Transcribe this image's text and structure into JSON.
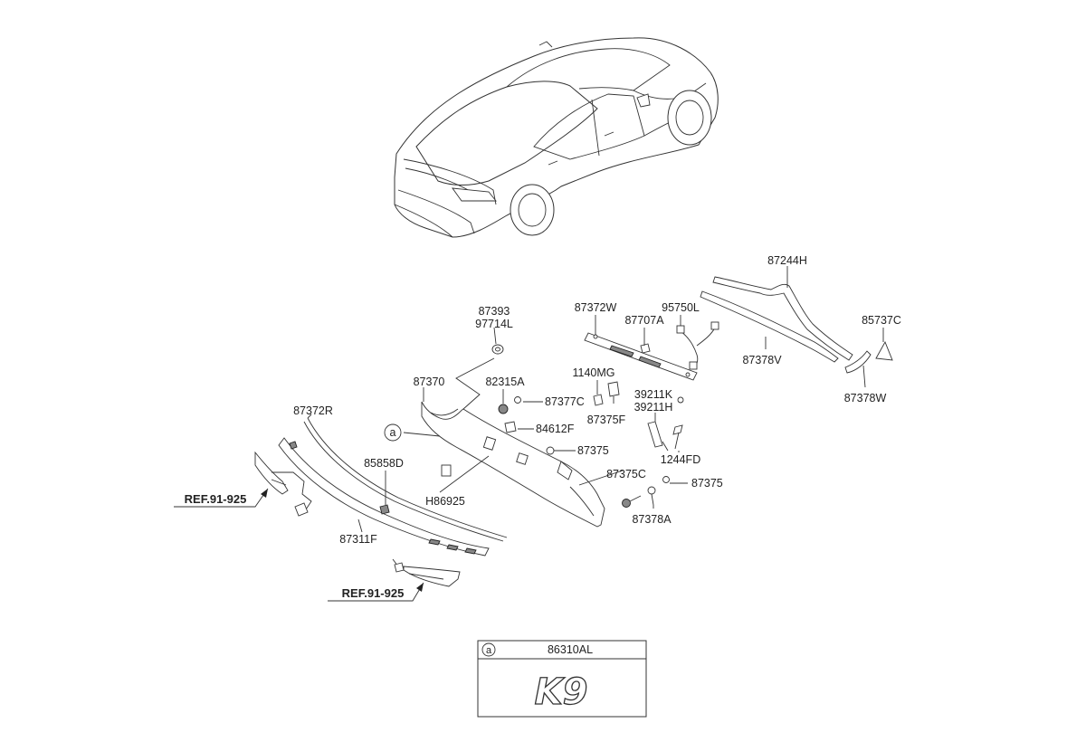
{
  "callouts": {
    "c87244H": "87244H",
    "c85737C": "85737C",
    "c87378V": "87378V",
    "c87378W": "87378W",
    "c87372W": "87372W",
    "c95750L": "95750L",
    "c87707A": "87707A",
    "c87393": "87393",
    "c97714L": "97714L",
    "c87370": "87370",
    "c82315A": "82315A",
    "c1140MG": "1140MG",
    "c87377C": "87377C",
    "c87375F": "87375F",
    "c39211K": "39211K",
    "c39211H": "39211H",
    "c87372R": "87372R",
    "c84612F": "84612F",
    "c87375_a": "87375",
    "c1244FD": "1244FD",
    "c85858D": "85858D",
    "cH86925": "H86925",
    "c87375C": "87375C",
    "c87375_b": "87375",
    "c87378A": "87378A",
    "c87311F": "87311F",
    "ref_left": "REF.91-925",
    "ref_bottom": "REF.91-925",
    "marker_a": "a"
  },
  "emblem_box": {
    "marker": "a",
    "part_number": "86310AL",
    "emblem_text": "K9"
  }
}
